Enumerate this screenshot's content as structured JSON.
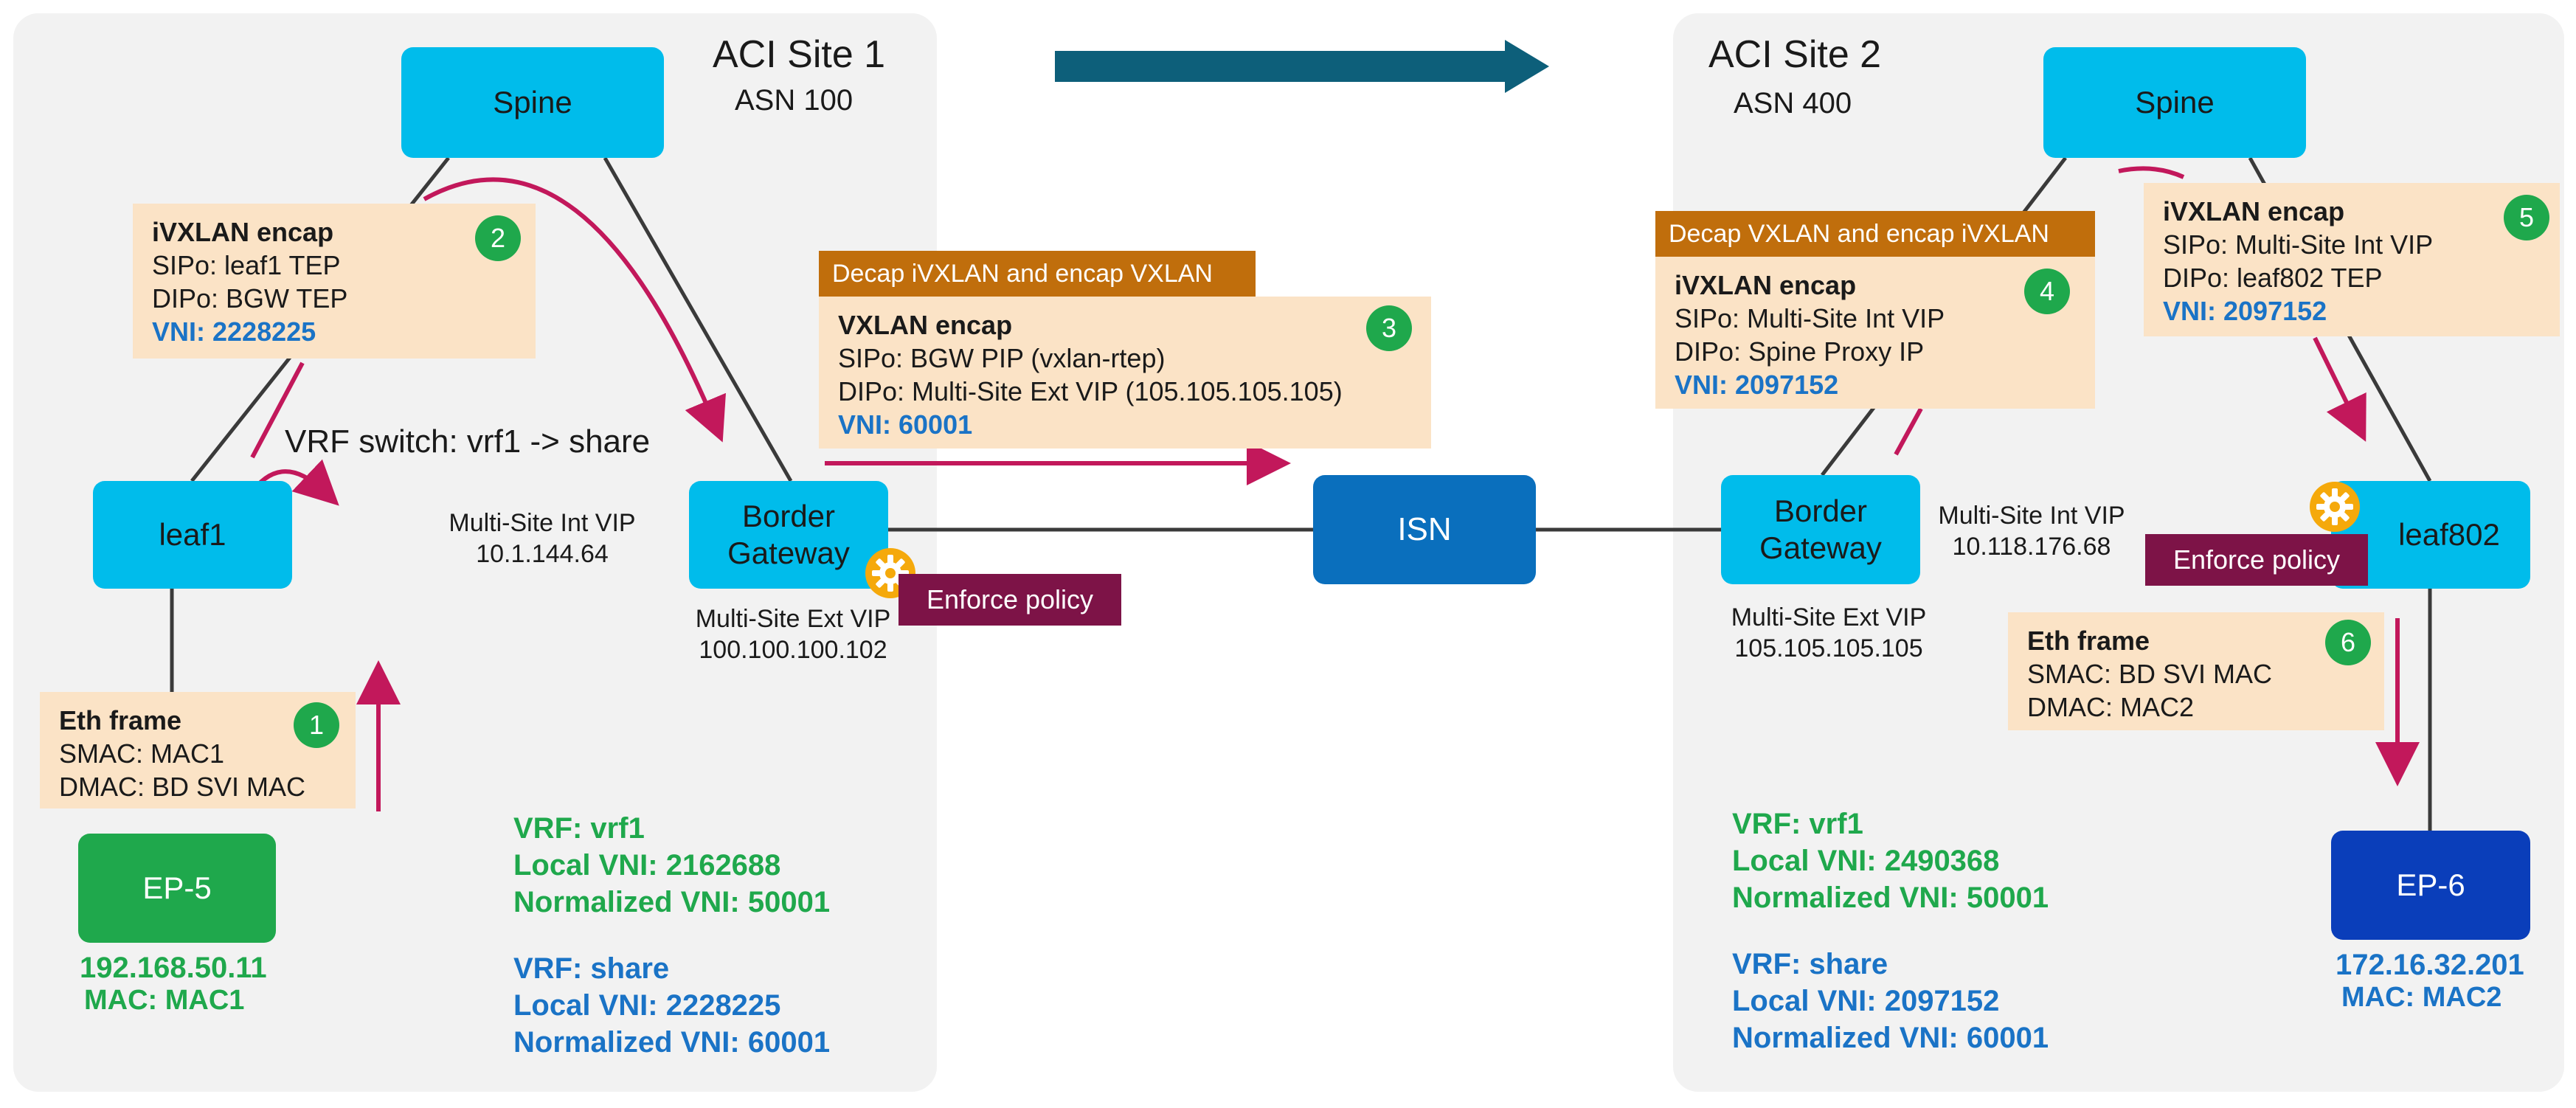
{
  "colors": {
    "site_bg": "#f2f2f2",
    "node_cyan": "#00bceb",
    "isn": "#0a6fbd",
    "ep5": "#1fa84c",
    "ep6": "#0a3eba",
    "panel": "#fbe3c6",
    "panel_header": "#c06e0c",
    "enforce": "#7d1347",
    "flow_arrow": "#c2185b",
    "site_arrow": "#0d5f7a",
    "vrf_green": "#1fa84c",
    "vrf_blue": "#1a73c6"
  },
  "site1": {
    "title": "ACI Site 1",
    "asn": "ASN 100",
    "spine": "Spine",
    "leaf": "leaf1",
    "border_gateway": "Border Gateway",
    "int_vip_label": "Multi-Site Int VIP",
    "int_vip": "10.1.144.64",
    "ext_vip_label": "Multi-Site Ext VIP",
    "ext_vip": "100.100.100.102",
    "enforce_policy": "Enforce policy",
    "vrf_switch": "VRF switch: vrf1 -> share",
    "endpoint": {
      "name": "EP-5",
      "ip": "192.168.50.11",
      "mac": "MAC: MAC1"
    },
    "vrf1": {
      "vrf": "VRF: vrf1",
      "local_vni": "Local VNI: 2162688",
      "normalized_vni": "Normalized VNI: 50001"
    },
    "share": {
      "vrf": "VRF: share",
      "local_vni": "Local VNI: 2228225",
      "normalized_vni": "Normalized VNI: 60001"
    }
  },
  "site2": {
    "title": "ACI Site 2",
    "asn": "ASN 400",
    "spine": "Spine",
    "leaf": "leaf802",
    "border_gateway": "Border Gateway",
    "int_vip_label": "Multi-Site Int VIP",
    "int_vip": "10.118.176.68",
    "ext_vip_label": "Multi-Site Ext VIP",
    "ext_vip": "105.105.105.105",
    "enforce_policy": "Enforce policy",
    "endpoint": {
      "name": "EP-6",
      "ip": "172.16.32.201",
      "mac": "MAC: MAC2"
    },
    "vrf1": {
      "vrf": "VRF: vrf1",
      "local_vni": "Local VNI: 2490368",
      "normalized_vni": "Normalized VNI: 50001"
    },
    "share": {
      "vrf": "VRF: share",
      "local_vni": "Local VNI: 2097152",
      "normalized_vni": "Normalized VNI: 60001"
    }
  },
  "isn": "ISN",
  "steps": {
    "s1": {
      "num": "1",
      "title": "Eth frame",
      "l1": "SMAC: MAC1",
      "l2": "DMAC: BD SVI MAC"
    },
    "s2": {
      "num": "2",
      "title": "iVXLAN encap",
      "l1": "SIPo: leaf1 TEP",
      "l2": "DIPo: BGW TEP",
      "vni": "VNI: 2228225"
    },
    "s3": {
      "num": "3",
      "header": "Decap iVXLAN and encap VXLAN",
      "title": "VXLAN encap",
      "l1": "SIPo: BGW PIP (vxlan-rtep)",
      "l2": "DIPo:  Multi-Site Ext VIP (105.105.105.105)",
      "vni": "VNI: 60001"
    },
    "s4": {
      "num": "4",
      "header": "Decap VXLAN and encap iVXLAN",
      "title": "iVXLAN encap",
      "l1": "SIPo: Multi-Site Int VIP",
      "l2": "DIPo: Spine Proxy IP",
      "vni": "VNI: 2097152"
    },
    "s5": {
      "num": "5",
      "title": "iVXLAN encap",
      "l1": "SIPo: Multi-Site Int VIP",
      "l2": "DIPo: leaf802 TEP",
      "vni": "VNI: 2097152"
    },
    "s6": {
      "num": "6",
      "title": "Eth frame",
      "l1": "SMAC: BD SVI MAC",
      "l2": "DMAC: MAC2"
    }
  }
}
